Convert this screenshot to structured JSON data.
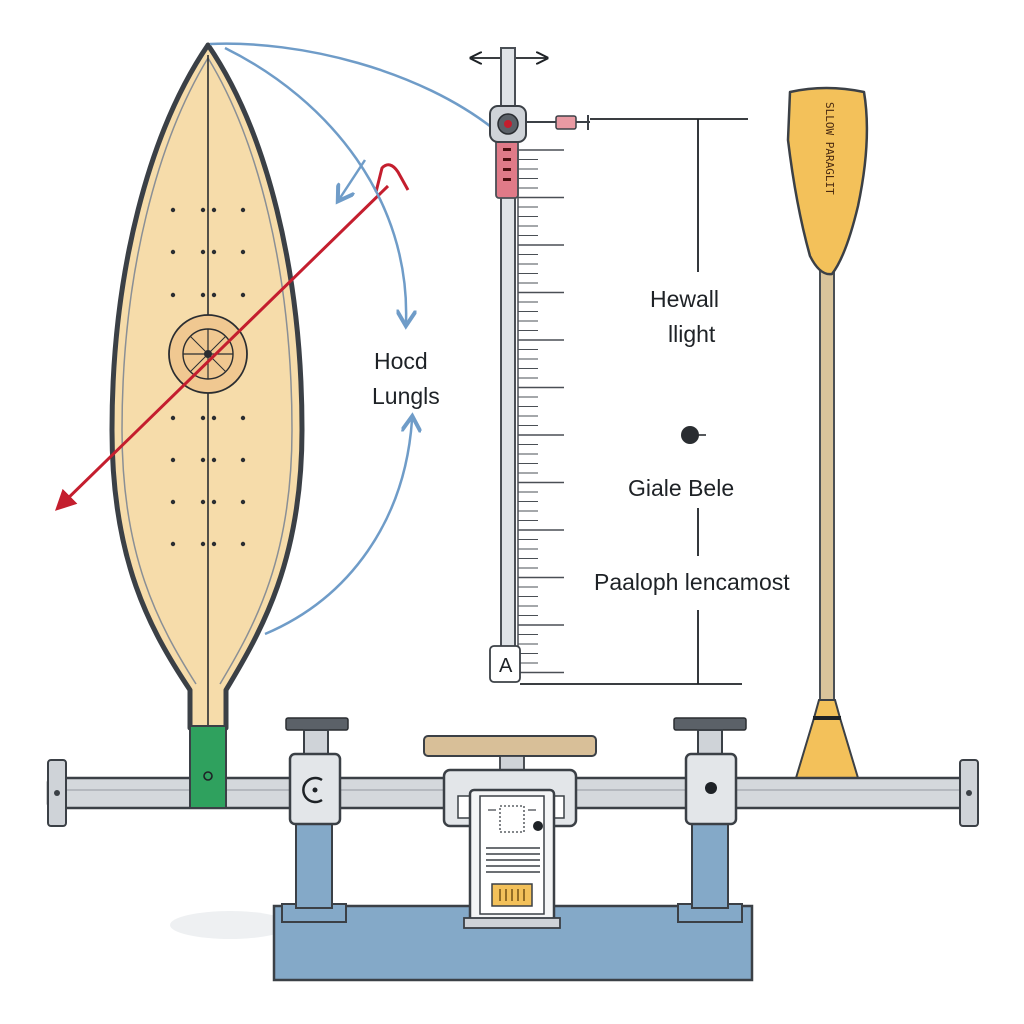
{
  "labels": {
    "left_lines": [
      "Hocd",
      "Lungls"
    ],
    "right_top_lines": [
      "Hewall",
      "llight"
    ],
    "right_mid": "Giale Bele",
    "right_bottom": "Paaloph lencamost",
    "gauge_letter": "A",
    "paddle_vertical_text": "SLLOW PARAGLIT"
  },
  "colors": {
    "blade_fill": "#f6dcaa",
    "blade_outline": "#3b4046",
    "paddle_yellow": "#f3c15a",
    "shaft_tan": "#d9c49b",
    "base_blue": "#84a9c8",
    "rail_grey": "#d4d8dc",
    "clamp_green": "#2fa15e",
    "arrow_red": "#c41e2e",
    "arc_blue": "#6f9cc8"
  }
}
